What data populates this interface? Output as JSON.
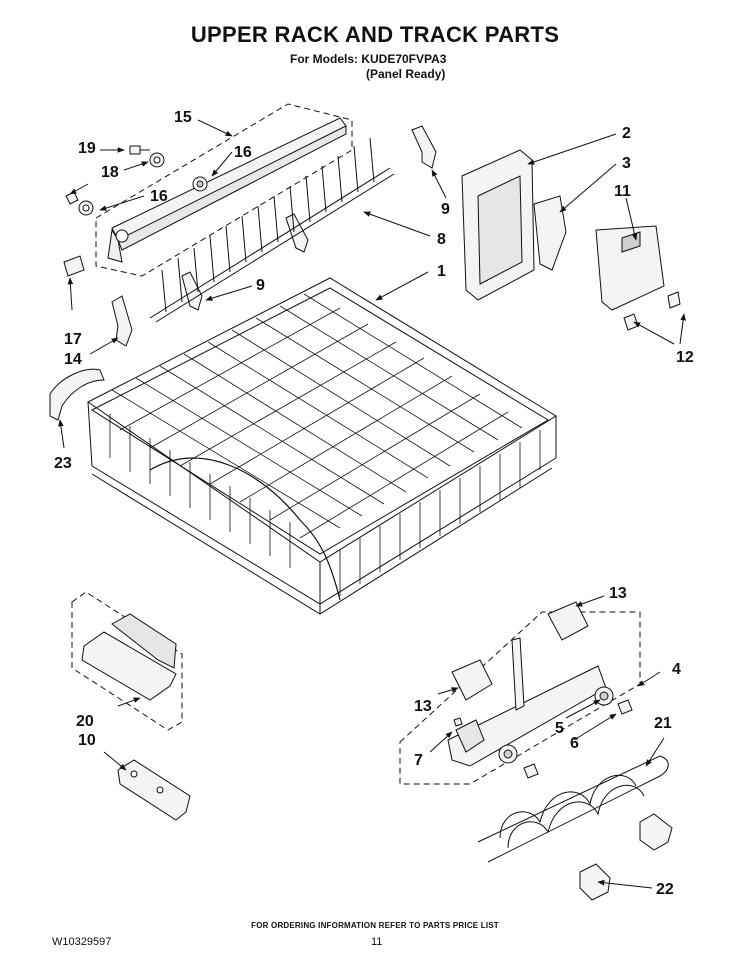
{
  "header": {
    "title": "UPPER RACK AND TRACK PARTS",
    "models_line": "For Models: KUDE70FVPA3",
    "panel_line": "(Panel Ready)"
  },
  "callouts": {
    "c1": "1",
    "c2": "2",
    "c3": "3",
    "c4": "4",
    "c5": "5",
    "c6": "6",
    "c7": "7",
    "c8": "8",
    "c9a": "9",
    "c9b": "9",
    "c10": "10",
    "c11": "11",
    "c12": "12",
    "c13a": "13",
    "c13b": "13",
    "c14": "14",
    "c15": "15",
    "c16a": "16",
    "c16b": "16",
    "c17": "17",
    "c18": "18",
    "c19": "19",
    "c20": "20",
    "c21": "21",
    "c22": "22",
    "c23": "23"
  },
  "footer": {
    "note": "FOR ORDERING INFORMATION REFER TO PARTS PRICE LIST",
    "doc_number": "W10329597",
    "page_number": "11"
  },
  "colors": {
    "ink": "#111111",
    "part_fill": "#f4f4f4",
    "shade": "#cfcfcf"
  }
}
